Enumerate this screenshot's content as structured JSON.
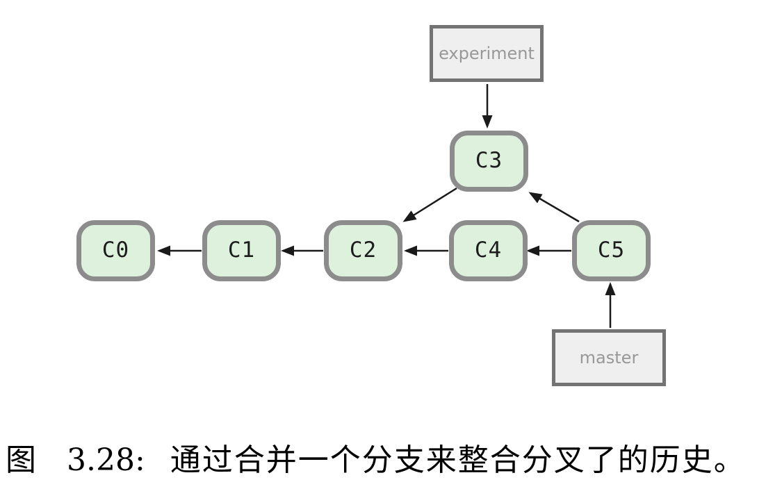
{
  "figure_caption": {
    "prefix": "图",
    "number": "3.28:",
    "text": "通过合并一个分支来整合分叉了的历史。"
  },
  "diagram": {
    "branch_labels": [
      {
        "id": "experiment",
        "label": "experiment"
      },
      {
        "id": "master",
        "label": "master"
      }
    ],
    "commits": [
      {
        "id": "C0",
        "label": "C0"
      },
      {
        "id": "C1",
        "label": "C1"
      },
      {
        "id": "C2",
        "label": "C2"
      },
      {
        "id": "C3",
        "label": "C3"
      },
      {
        "id": "C4",
        "label": "C4"
      },
      {
        "id": "C5",
        "label": "C5"
      }
    ],
    "edges": [
      {
        "from": "experiment",
        "to": "C3",
        "type": "branch-pointer"
      },
      {
        "from": "master",
        "to": "C5",
        "type": "branch-pointer"
      },
      {
        "from": "C1",
        "to": "C0",
        "type": "parent"
      },
      {
        "from": "C2",
        "to": "C1",
        "type": "parent"
      },
      {
        "from": "C3",
        "to": "C2",
        "type": "parent"
      },
      {
        "from": "C4",
        "to": "C2",
        "type": "parent"
      },
      {
        "from": "C5",
        "to": "C4",
        "type": "parent"
      },
      {
        "from": "C5",
        "to": "C3",
        "type": "parent"
      }
    ],
    "colors": {
      "commit_fill": "#ddf1dd",
      "commit_border": "#8c8c8c",
      "commit_text": "#1c1c1c",
      "branch_fill": "#efefef",
      "branch_border": "#737373",
      "branch_text": "#989898",
      "arrow": "#1a1a1a",
      "background": "#ffffff"
    }
  }
}
